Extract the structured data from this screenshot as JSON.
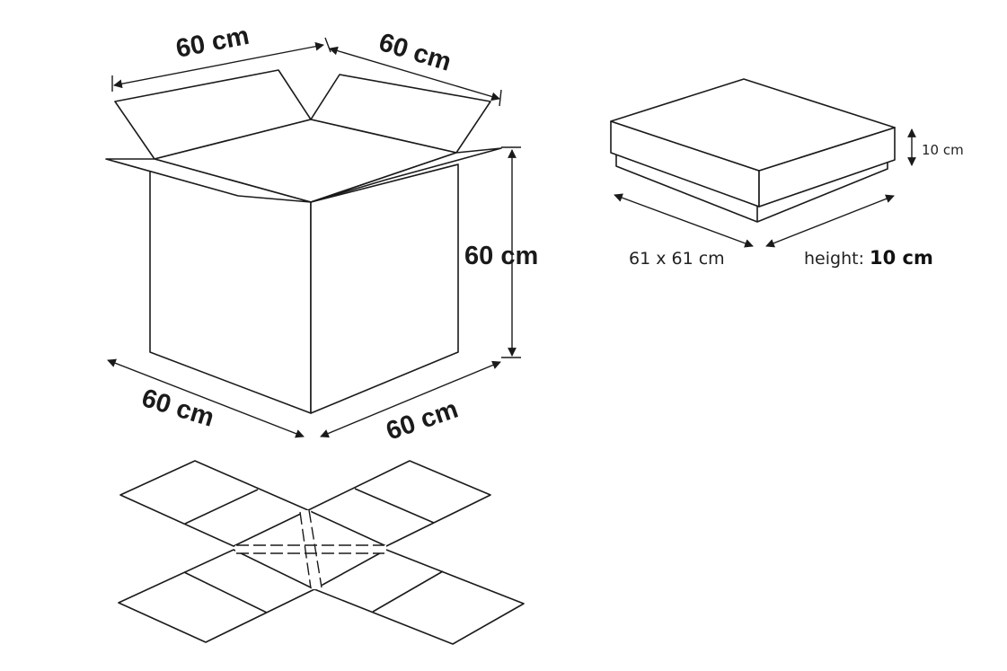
{
  "box": {
    "top_left_label": "60 cm",
    "top_right_label": "60 cm",
    "height_label": "60 cm",
    "bottom_left_label": "60 cm",
    "bottom_right_label": "60 cm"
  },
  "lid": {
    "side_height_label": "10 cm",
    "size_label": "61 x 61 cm",
    "height_prefix": "height: ",
    "height_value": "10 cm"
  },
  "colors": {
    "line": "#1a1a1a",
    "background": "#ffffff"
  }
}
